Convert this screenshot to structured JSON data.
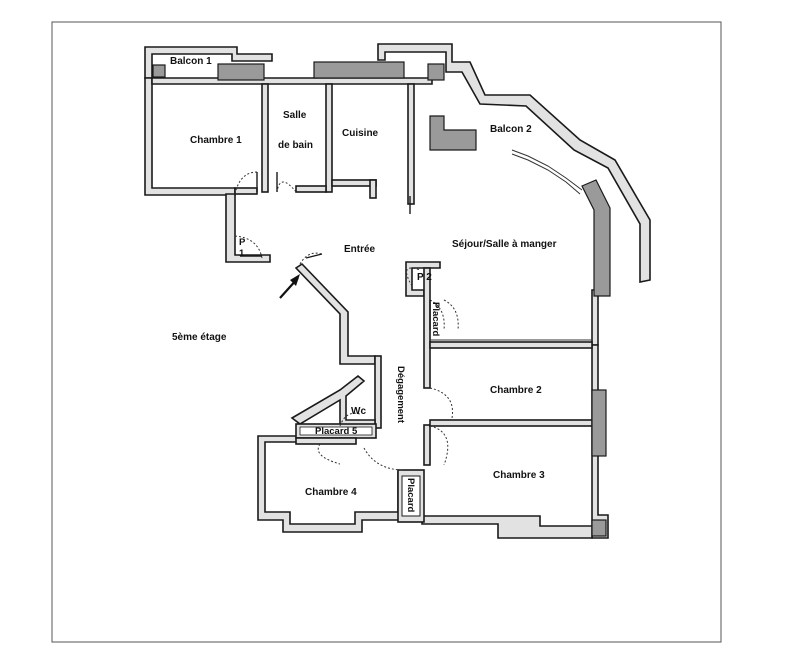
{
  "plan": {
    "floor_label": "5ème étage",
    "rooms": {
      "balcon1": "Balcon 1",
      "chambre1": "Chambre 1",
      "salle_line1": "Salle",
      "salle_line2": "de bain",
      "cuisine": "Cuisine",
      "balcon2": "Balcon 2",
      "entree": "Entrée",
      "sejour": "Séjour/Salle à manger",
      "p1_line1": "P",
      "p1_line2": "1",
      "p2": "P 2",
      "placard_side": "Placard",
      "degagement": "Dégagement",
      "chambre2": "Chambre 2",
      "wc": "Wc",
      "placard5": "Placard 5",
      "chambre3": "Chambre 3",
      "chambre4": "Chambre 4",
      "placard_bottom": "Placard"
    }
  }
}
